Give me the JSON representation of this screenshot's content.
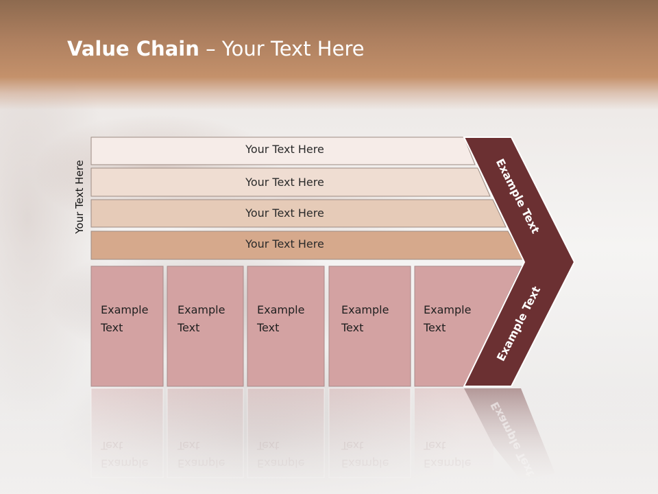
{
  "title": {
    "bold": "Value Chain",
    "rest": " – Your Text Here"
  },
  "vertical_label": "Your Text Here",
  "bars": [
    {
      "label": "Your Text Here",
      "fill": "#f6ece8"
    },
    {
      "label": "Your Text Here",
      "fill": "#efddd2"
    },
    {
      "label": "Your Text Here",
      "fill": "#e6cbb8"
    },
    {
      "label": "Your Text Here",
      "fill": "#d6a98c"
    }
  ],
  "columns": [
    {
      "line1": "Example",
      "line2": "Text"
    },
    {
      "line1": "Example",
      "line2": "Text"
    },
    {
      "line1": "Example",
      "line2": "Text"
    },
    {
      "line1": "Example",
      "line2": "Text"
    },
    {
      "line1": "Example",
      "line2": "Text"
    }
  ],
  "chevron": {
    "upper": "Example Text",
    "lower": "Example Text",
    "color": "#6b3032"
  },
  "colors": {
    "column_fill": "#d3a2a2",
    "header": "#b5835f"
  }
}
